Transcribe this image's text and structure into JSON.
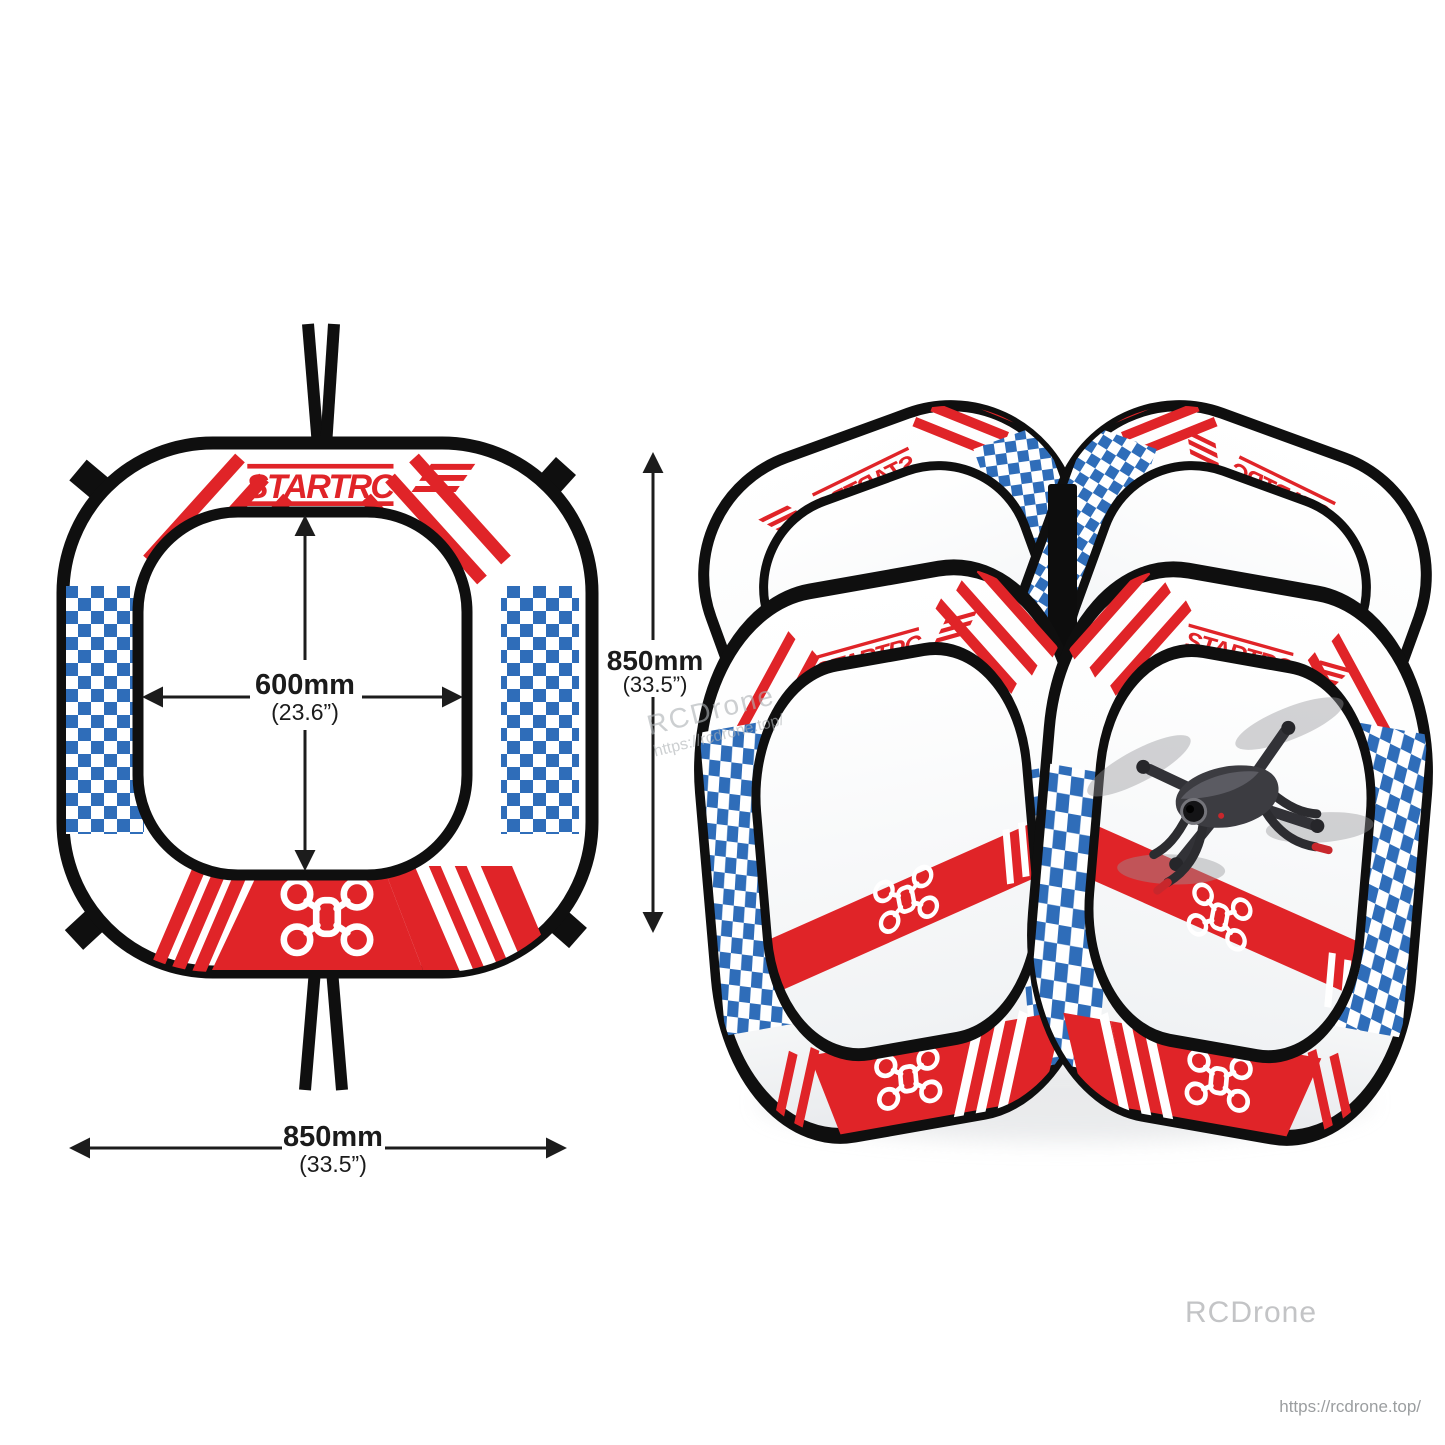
{
  "brand": {
    "logo_text": "STARTRC"
  },
  "left_diagram": {
    "inner_width": "600mm",
    "inner_width_in": "(23.6”)",
    "outer_width": "850mm",
    "outer_width_in": "(33.5”)",
    "height": "850mm",
    "height_in": "(33.5”)"
  },
  "watermarks": {
    "diagonal_line1": "RCDrone",
    "diagonal_line2": "https://rcdrone.top/",
    "bottom_text": "RCDrone",
    "bottom_right_url": "https://rcdrone.top/"
  },
  "icons": {
    "drone_glyph": "quadcopter-icon",
    "arrow_glyph": "dimension-arrow-icon"
  },
  "colors": {
    "red": "#e02428",
    "blue": "#2f6db9",
    "black": "#0f0f0f",
    "watermark_gray": "#c3c4c6",
    "url_gray": "#9b9ea0"
  }
}
